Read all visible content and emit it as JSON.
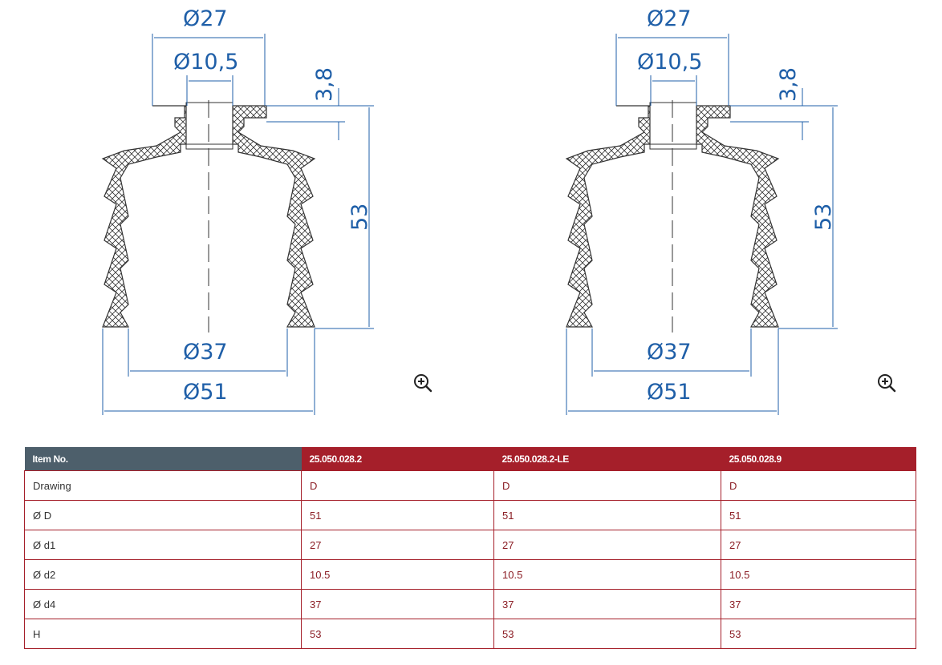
{
  "drawings": [
    {
      "name": "drawing-left",
      "dimensions": {
        "d1": "Ø27",
        "d2": "Ø10,5",
        "t": "3,8",
        "h": "53",
        "d4": "Ø37",
        "d": "Ø51"
      },
      "zoom_icon": "zoom-in-icon"
    },
    {
      "name": "drawing-right",
      "dimensions": {
        "d1": "Ø27",
        "d2": "Ø10,5",
        "t": "3,8",
        "h": "53",
        "d4": "Ø37",
        "d": "Ø51"
      },
      "zoom_icon": "zoom-in-icon"
    }
  ],
  "colors": {
    "dimension": "#1f5fa8",
    "header_label_bg": "#4d5f6b",
    "header_item_bg": "#a51f2a",
    "cell_text": "#8b1d24",
    "border": "#a51f2a"
  },
  "table": {
    "header_label": "Item No.",
    "columns": [
      "25.050.028.2",
      "25.050.028.2-LE",
      "25.050.028.9"
    ],
    "rows": [
      {
        "label": "Drawing",
        "values": [
          "D",
          "D",
          "D"
        ]
      },
      {
        "label": "Ø D",
        "values": [
          "51",
          "51",
          "51"
        ]
      },
      {
        "label": "Ø d1",
        "values": [
          "27",
          "27",
          "27"
        ]
      },
      {
        "label": "Ø d2",
        "values": [
          "10.5",
          "10.5",
          "10.5"
        ]
      },
      {
        "label": "Ø d4",
        "values": [
          "37",
          "37",
          "37"
        ]
      },
      {
        "label": "H",
        "values": [
          "53",
          "53",
          "53"
        ]
      }
    ]
  }
}
